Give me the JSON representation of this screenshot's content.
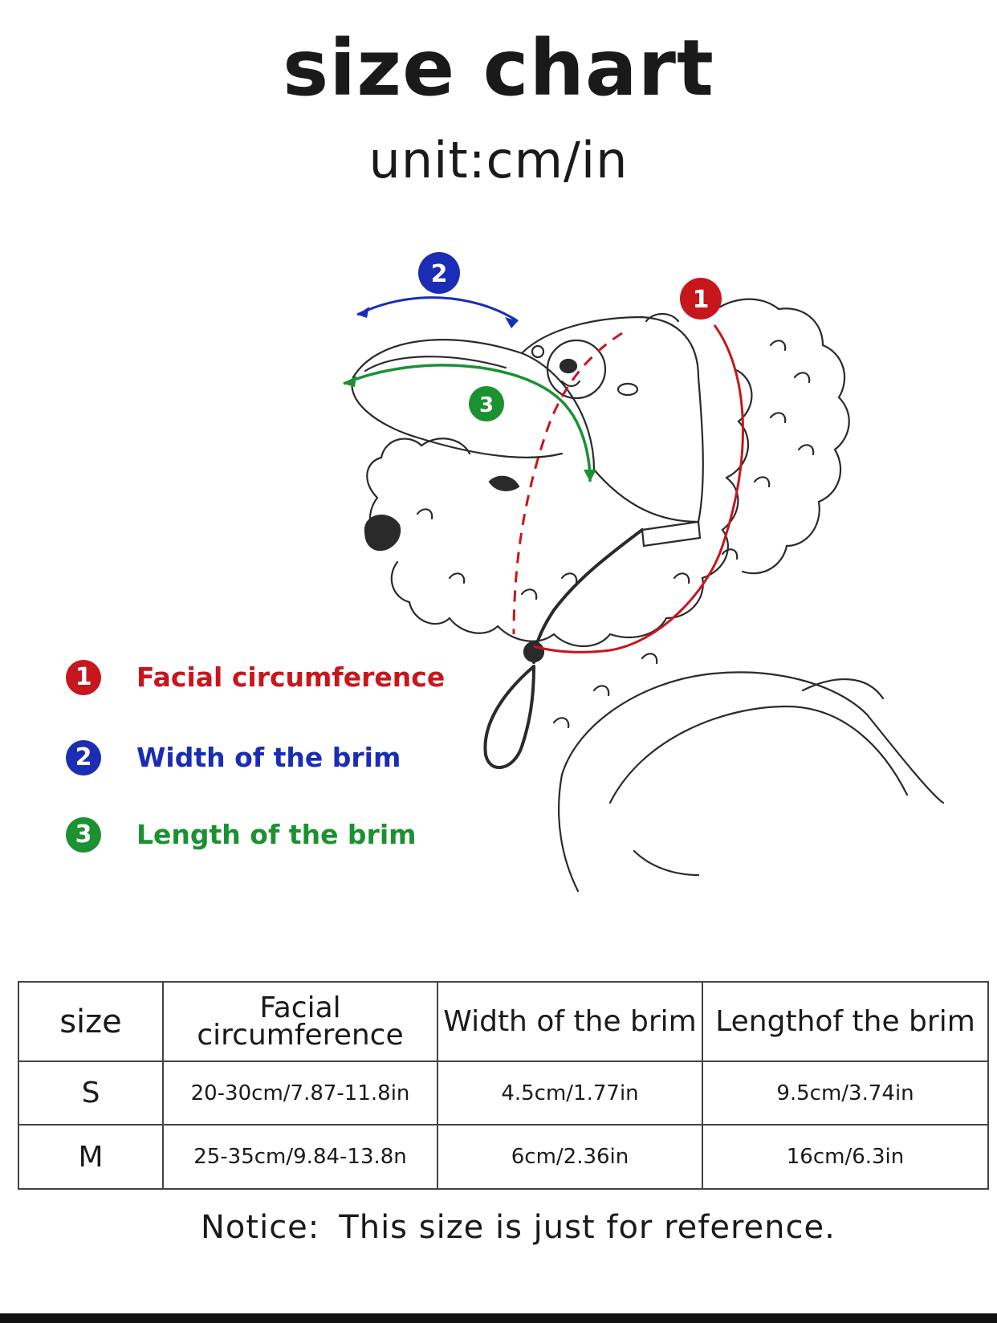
{
  "title": "size chart",
  "subtitle": "unit:cm/in",
  "illustration": {
    "markers": [
      "1",
      "2",
      "3"
    ]
  },
  "legend": [
    {
      "num": "1",
      "label": "Facial circumference",
      "color": "#c8161d"
    },
    {
      "num": "2",
      "label": "Width of the brim",
      "color": "#1a2db4"
    },
    {
      "num": "3",
      "label": "Length of the brim",
      "color": "#1b9132"
    }
  ],
  "table": {
    "headers": [
      "size",
      "Facial\ncircumference",
      "Width of the brim",
      "Lengthof the brim"
    ],
    "rows": [
      [
        "S",
        "20-30cm/7.87-11.8in",
        "4.5cm/1.77in",
        "9.5cm/3.74in"
      ],
      [
        "M",
        "25-35cm/9.84-13.8n",
        "6cm/2.36in",
        "16cm/6.3in"
      ]
    ]
  },
  "notice": {
    "label": "Notice:",
    "text": "This size is just for reference."
  }
}
